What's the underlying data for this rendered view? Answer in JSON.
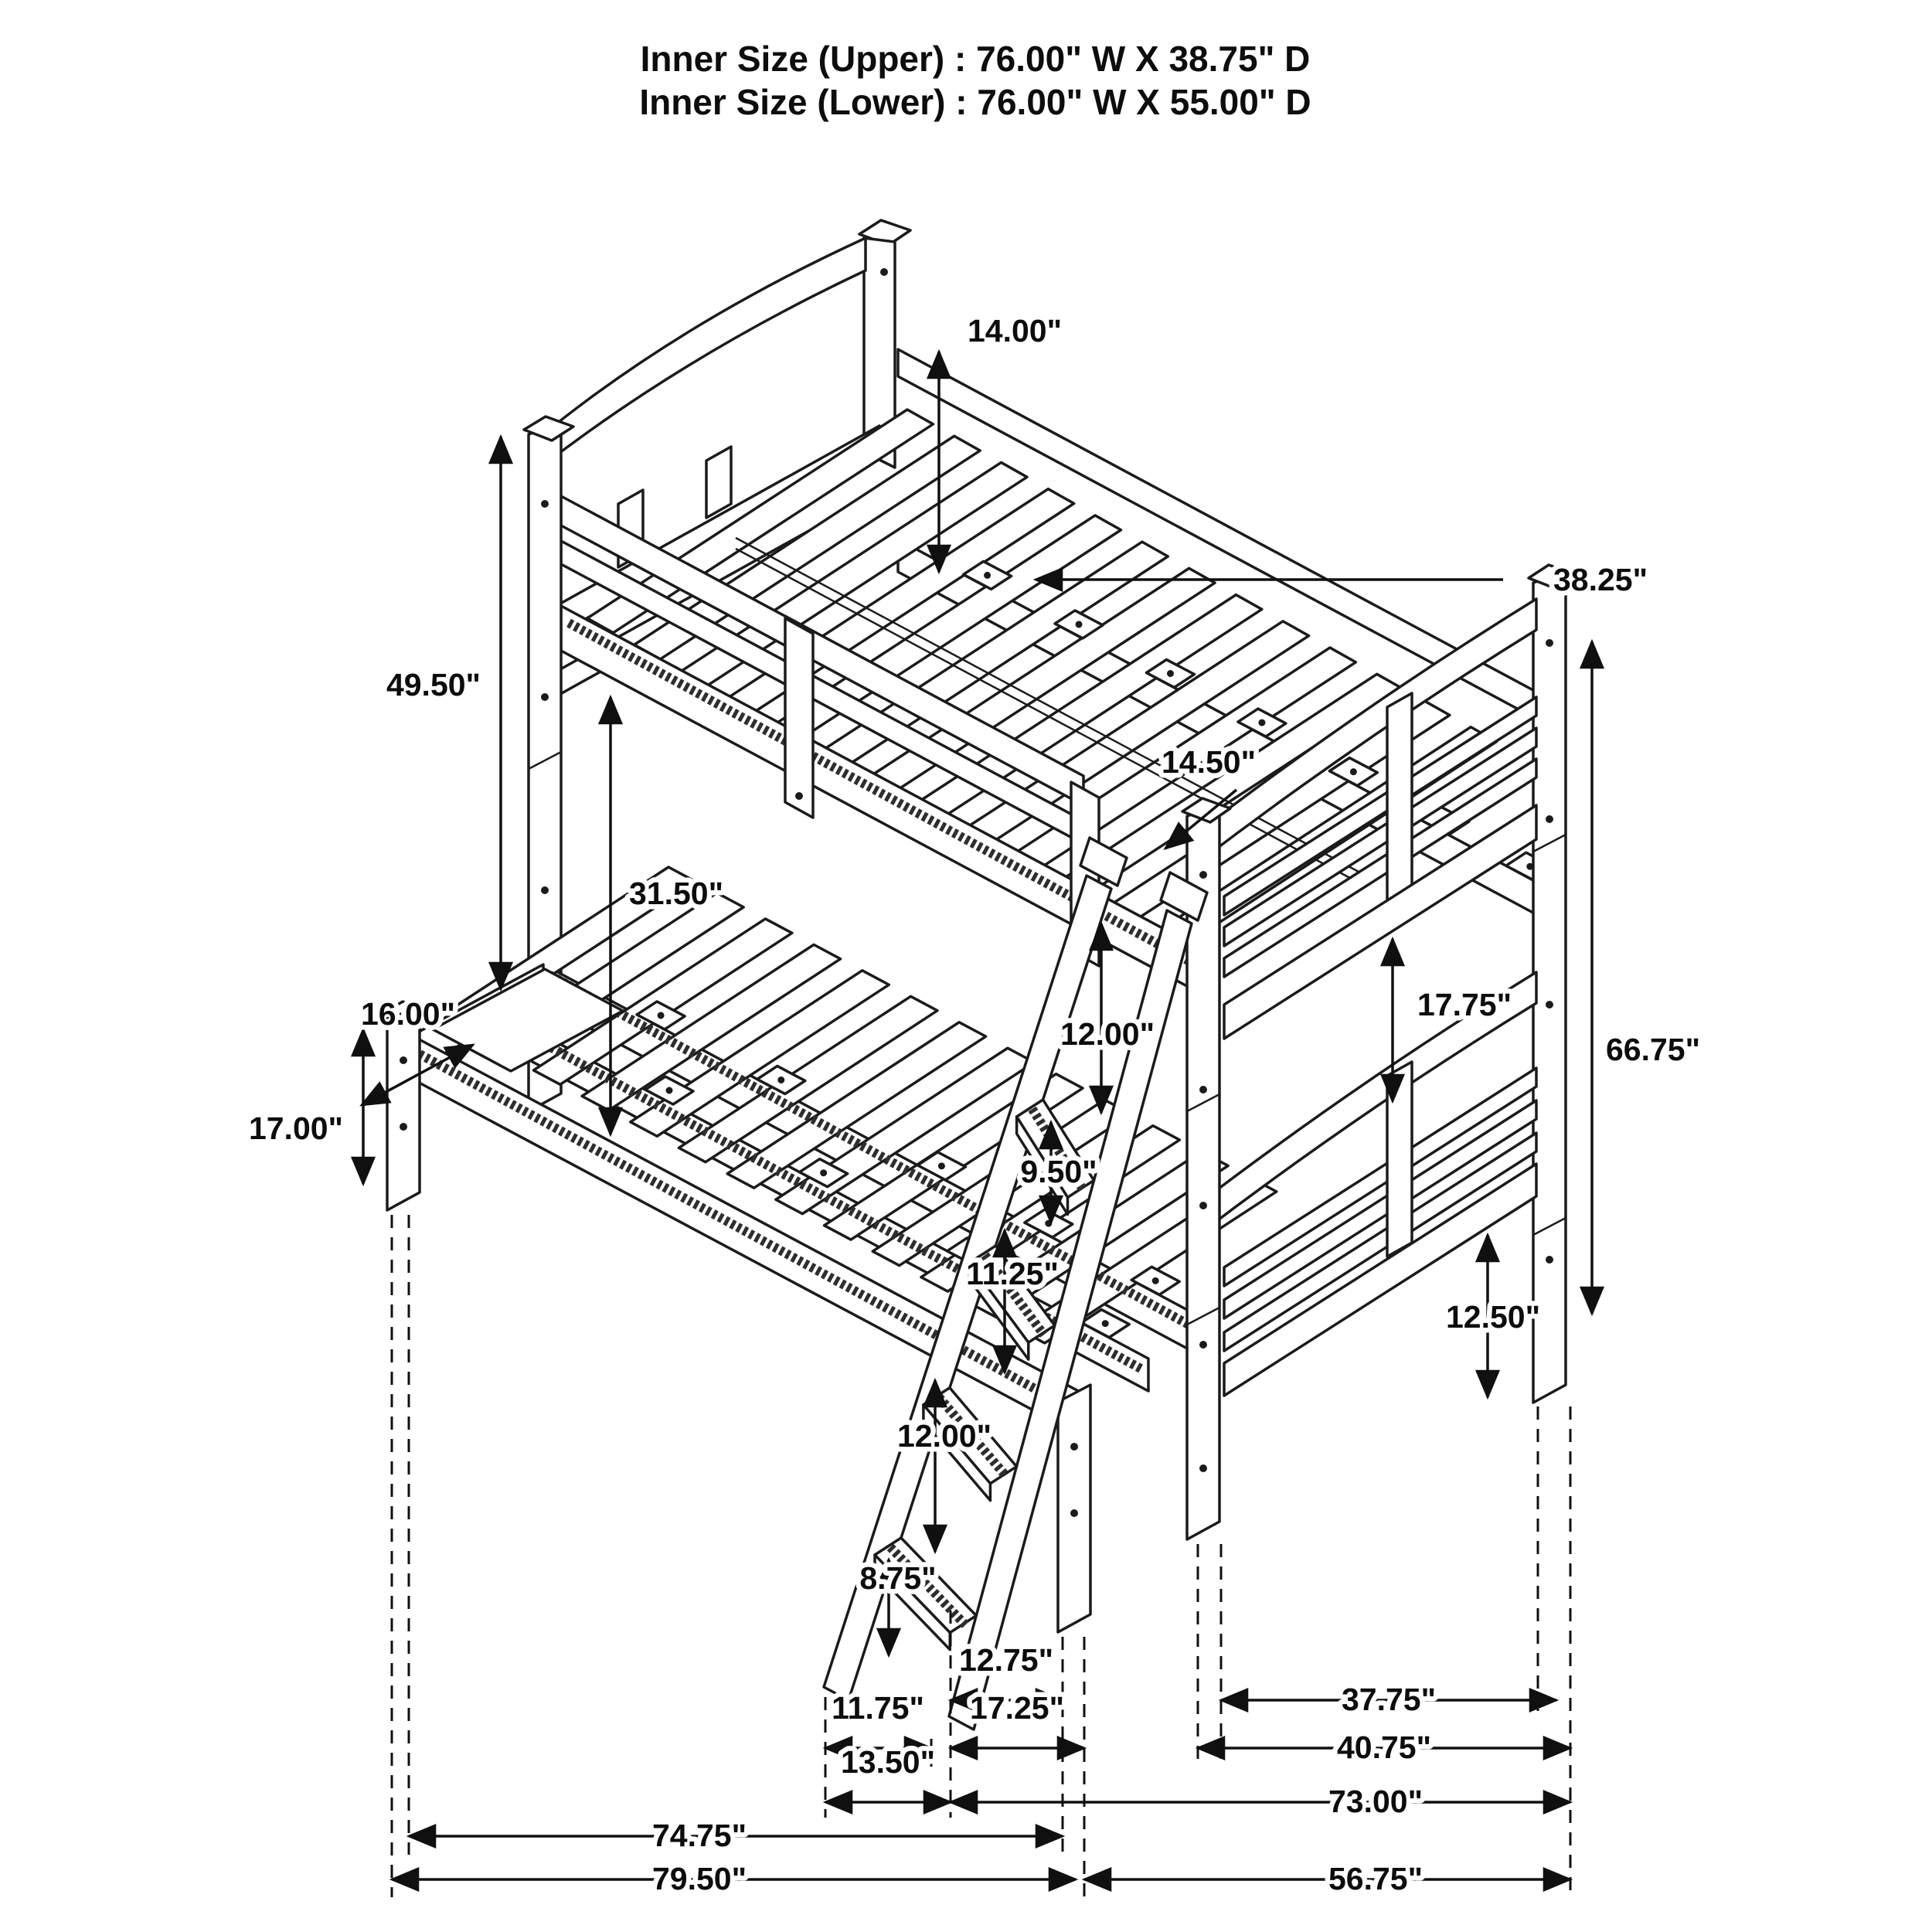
{
  "page": {
    "background": "#ffffff",
    "line_color": "#1b1b1b"
  },
  "title": {
    "line1": "Inner Size (Upper) :  76.00\" W X 38.75\" D",
    "line2": "Inner Size (Lower) :  76.00\" W X 55.00\" D"
  },
  "dims": {
    "post_above_rail": "14.00\"",
    "upper_inner_depth": "38.25\"",
    "guard_rail_floor_height": "49.50\"",
    "underbunk_clearance": "31.50\"",
    "lower_front_extension": "16.00\"",
    "lower_leg_height": "17.00\"",
    "upper_corner_gap": "14.50\"",
    "ladder_gap_1": "12.00\"",
    "ladder_gap_2": "9.50\"",
    "ladder_gap_3": "11.25\"",
    "ladder_gap_4": "12.00\"",
    "ladder_gap_5": "8.75\"",
    "footboard_panel_gap": "17.75\"",
    "overall_height": "66.75\"",
    "lower_rail_floor_gap": "12.50\"",
    "ladder_depth_offset": "12.75\"",
    "ladder_width": "11.75\"",
    "ladder_reach": "17.25\"",
    "ladder_foot_span": "13.50\"",
    "right_leg_span": "37.75\"",
    "right_frame_span": "40.75\"",
    "frame_span": "73.00\"",
    "lower_frame_length": "74.75\"",
    "overall_length": "79.50\"",
    "overall_depth": "56.75\""
  }
}
